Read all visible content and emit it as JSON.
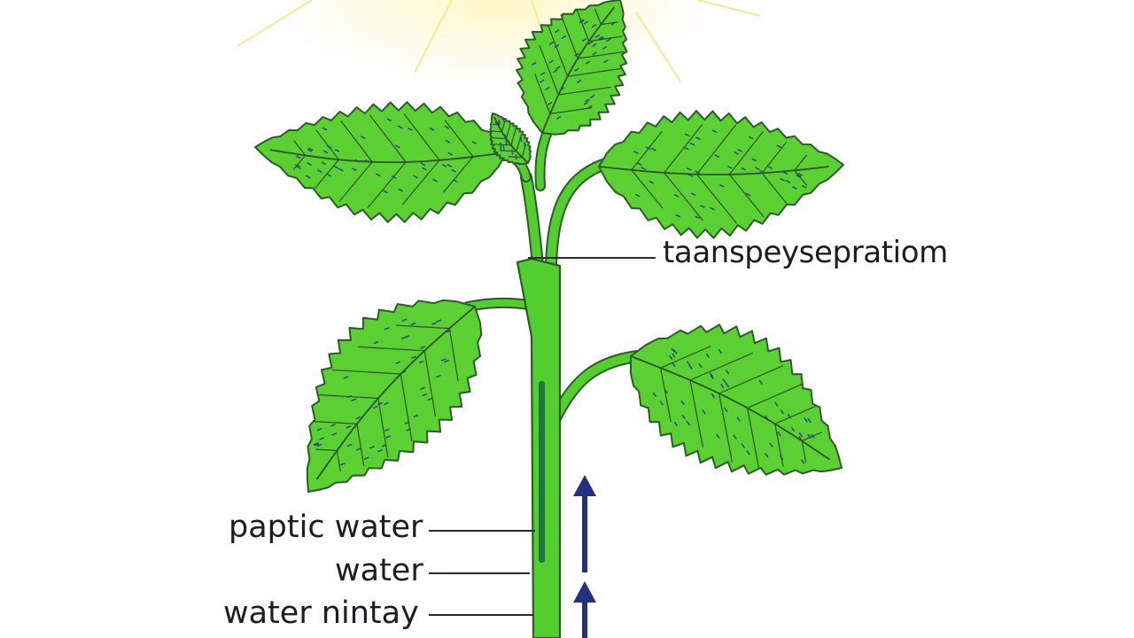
{
  "labels": {
    "transpiration": "taanspeysepratiom",
    "paptic_water": "paptic water",
    "water": "water",
    "water_nintay": "water nintay"
  },
  "icons": [
    "sun-rays",
    "plant-leaf",
    "up-arrow"
  ],
  "colors": {
    "leaf_fill": "#5bd032",
    "leaf_outline": "#2f5a2a",
    "vein": "#2e5326",
    "stomata": "#2b4a86",
    "stem": "#52cf2e",
    "xylem": "#20793a",
    "arrow": "#23307e",
    "sun_glow": "#fff7c4",
    "leader_line": "#2a2a3a",
    "text": "#1c1c22"
  }
}
